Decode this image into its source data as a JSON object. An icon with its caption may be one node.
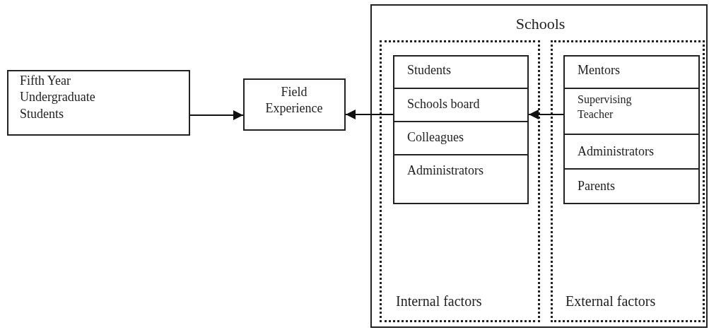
{
  "diagram": {
    "nodes": [
      {
        "text": [
          "Fifth Year Undergraduate Students"
        ]
      },
      {
        "text": [
          "Field Experience"
        ]
      },
      {
        "text": [
          "Schools"
        ]
      },
      {
        "text": [
          "Internal factors"
        ],
        "in": 2
      },
      {
        "text": [],
        "shape": "box",
        "in": 3
      },
      {
        "text": [
          "Students"
        ],
        "in": 4
      },
      {
        "text": [
          "Schools board"
        ],
        "in": 4
      },
      {
        "text": [
          "Colleagues"
        ],
        "in": 4
      },
      {
        "text": [
          "Administrators"
        ],
        "in": 4
      },
      {
        "text": [
          "External factors"
        ],
        "in": 2
      },
      {
        "text": [],
        "shape": "box",
        "in": 9
      },
      {
        "text": [
          "Mentors"
        ],
        "in": 10
      },
      {
        "text": [
          "Supervising Teacher"
        ],
        "in": 10
      },
      {
        "text": [
          "Administrators"
        ],
        "in": 10
      },
      {
        "text": [
          "Parents"
        ],
        "in": 10
      }
    ],
    "edges": [
      {
        "from": 0,
        "to": 1,
        "arrow": "to"
      },
      {
        "from": 6,
        "to": 1,
        "arrow": "to"
      },
      {
        "from": 12,
        "to": 6,
        "arrow": "to"
      }
    ]
  }
}
